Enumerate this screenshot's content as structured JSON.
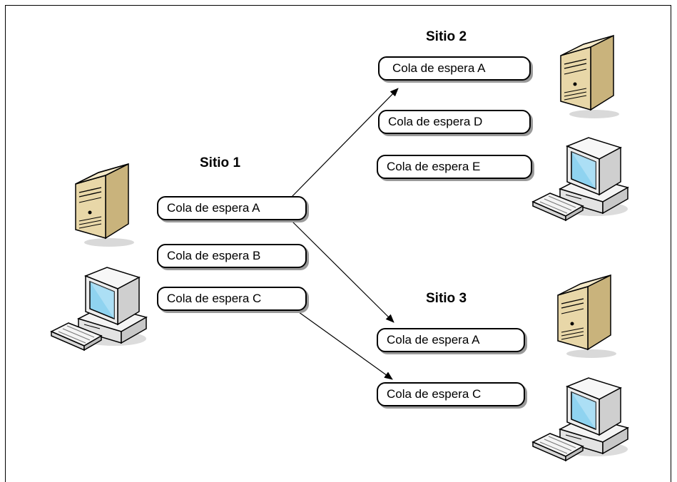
{
  "sites": [
    {
      "title": "Sitio 1",
      "queues": [
        "Cola de espera A",
        "Cola de espera B",
        "Cola de espera C"
      ]
    },
    {
      "title": "Sitio 2",
      "queues": [
        "Cola de espera A",
        "Cola de espera D",
        "Cola de espera E"
      ]
    },
    {
      "title": "Sitio 3",
      "queues": [
        "Cola de espera A",
        "Cola de espera C"
      ]
    }
  ],
  "connections": [
    {
      "from": "Sitio 1 / Cola de espera A",
      "to": "Sitio 2 / Cola de espera A"
    },
    {
      "from": "Sitio 1 / Cola de espera A",
      "to": "Sitio 3 / Cola de espera A"
    },
    {
      "from": "Sitio 1 / Cola de espera C",
      "to": "Sitio 3 / Cola de espera C"
    }
  ],
  "colors": {
    "server_body": "#e8d7a8",
    "server_side": "#c9b37c",
    "monitor_screen": "#8fd3f0",
    "pc_body": "#ededed"
  }
}
